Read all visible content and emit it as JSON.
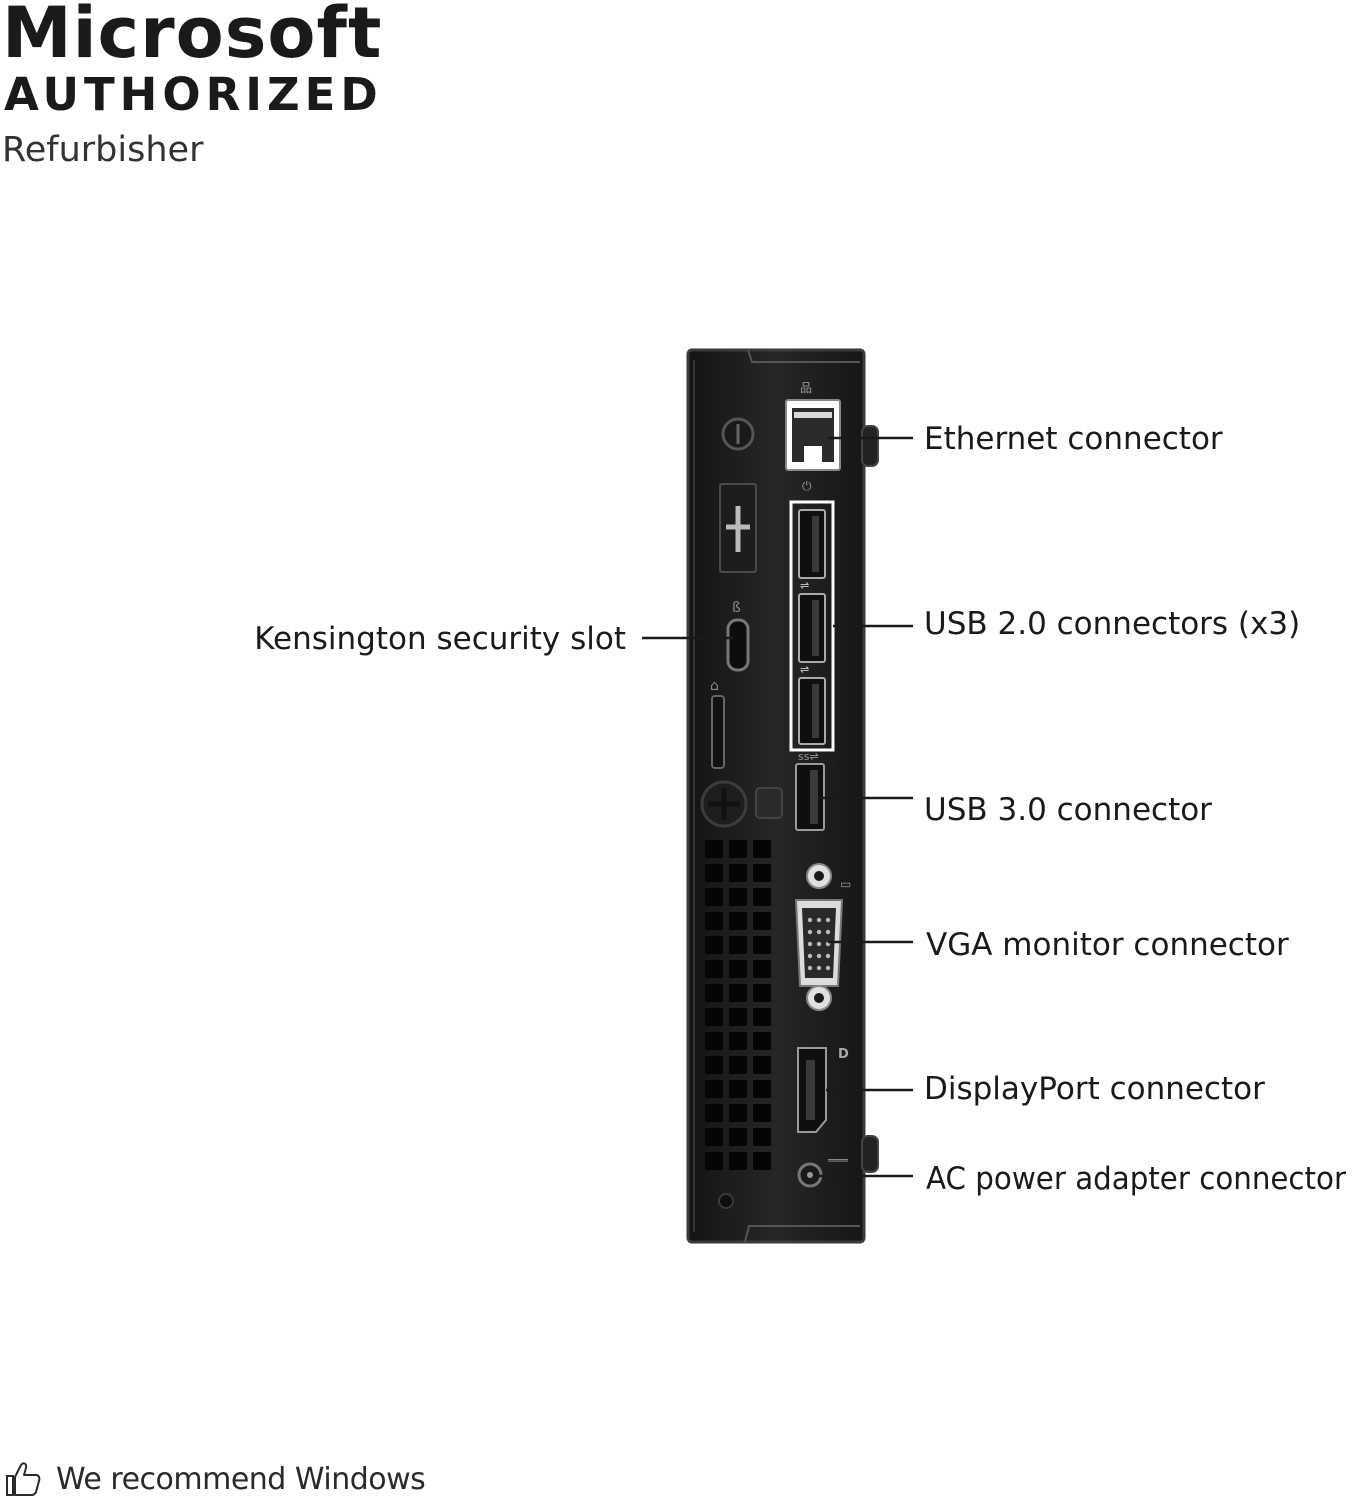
{
  "badge": {
    "brand": "Microsoft",
    "line2": "AUTHORIZED",
    "line3": "Refurbisher"
  },
  "callouts": {
    "ethernet": "Ethernet connector",
    "usb2": "USB 2.0 connectors (x3)",
    "kensington": "Kensington security slot",
    "usb3": "USB 3.0 connector",
    "vga": "VGA monitor connector",
    "displayport": "DisplayPort connector",
    "ac_power": "AC power adapter connector"
  },
  "footer": {
    "icon": "thumbs-up-icon",
    "text": "We recommend Windows"
  },
  "colors": {
    "chassis": "#1c1c1c",
    "chassis_edge": "#3a3a3a",
    "port_highlight": "#ffffff",
    "leader_line": "#1a1a1a"
  }
}
